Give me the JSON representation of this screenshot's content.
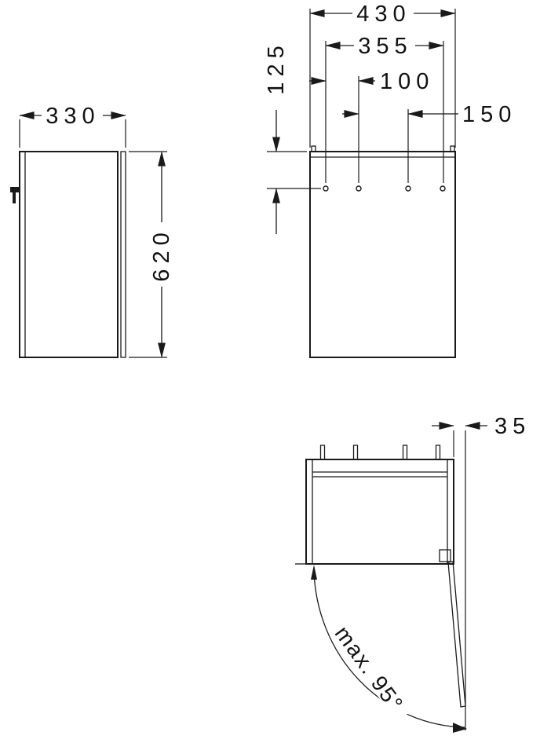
{
  "drawing_type": "furniture installation dimension drawing",
  "colors": {
    "line": "#1a1a1a",
    "background": "#ffffff"
  },
  "views": {
    "side": {
      "width": "330",
      "height": "620"
    },
    "front": {
      "overall_width": "430",
      "hole_span": "355",
      "hole_top_offset": "125",
      "hole_gap_left": "100",
      "hole_gap_right": "150"
    },
    "top": {
      "door_projection": "35",
      "door_opening_angle": "max. 95°"
    }
  }
}
